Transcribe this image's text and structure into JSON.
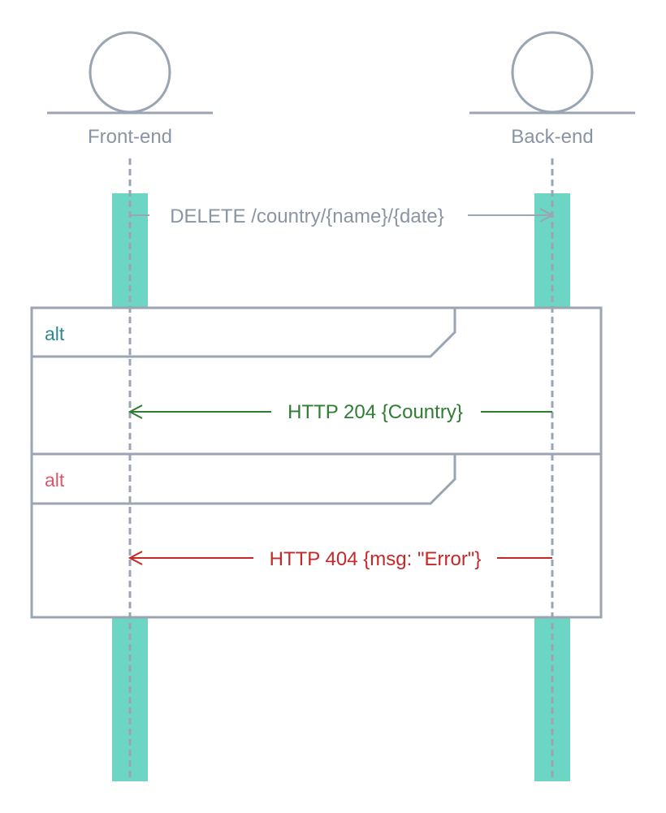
{
  "participants": [
    {
      "name": "Front-end"
    },
    {
      "name": "Back-end"
    }
  ],
  "messages": [
    {
      "label": "DELETE /country/{name}/{date}",
      "from": "Front-end",
      "to": "Back-end",
      "color": "#9aa4b2"
    },
    {
      "label": "HTTP 204 {Country}",
      "from": "Back-end",
      "to": "Front-end",
      "color": "#2e7d32"
    },
    {
      "label": "HTTP 404 {msg: \"Error\"}",
      "from": "Back-end",
      "to": "Front-end",
      "color": "#c62828"
    }
  ],
  "fragments": [
    {
      "operator": "alt",
      "color": "#2e8b8b"
    },
    {
      "operator": "alt",
      "color": "#e0566d"
    }
  ],
  "colors": {
    "frame": "#9aa4b2",
    "activation": "#6dd5c3",
    "lifeline": "#9aa4b2",
    "participant_label": "#8a94a3"
  }
}
